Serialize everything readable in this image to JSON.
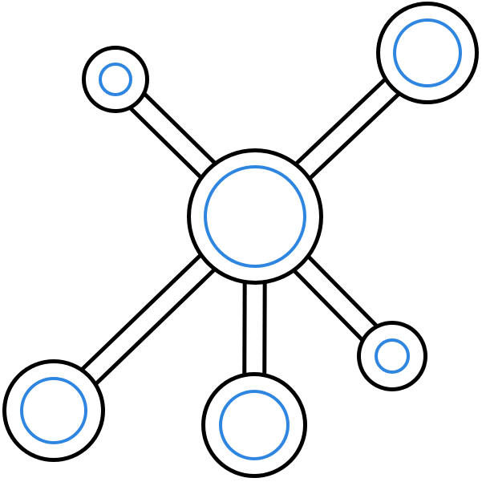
{
  "icon": {
    "name": "network-icon",
    "colors": {
      "background": "#ffffff",
      "outline": "#000000",
      "accent": "#2f86e0",
      "fill": "#ffffff"
    },
    "nodes": [
      {
        "id": "hub"
      },
      {
        "id": "top-left"
      },
      {
        "id": "top-right"
      },
      {
        "id": "bottom-left"
      },
      {
        "id": "bottom-center"
      },
      {
        "id": "bottom-right"
      }
    ],
    "edges": [
      {
        "from": "hub",
        "to": "top-left"
      },
      {
        "from": "hub",
        "to": "top-right"
      },
      {
        "from": "hub",
        "to": "bottom-left"
      },
      {
        "from": "hub",
        "to": "bottom-center"
      },
      {
        "from": "hub",
        "to": "bottom-right"
      }
    ]
  }
}
